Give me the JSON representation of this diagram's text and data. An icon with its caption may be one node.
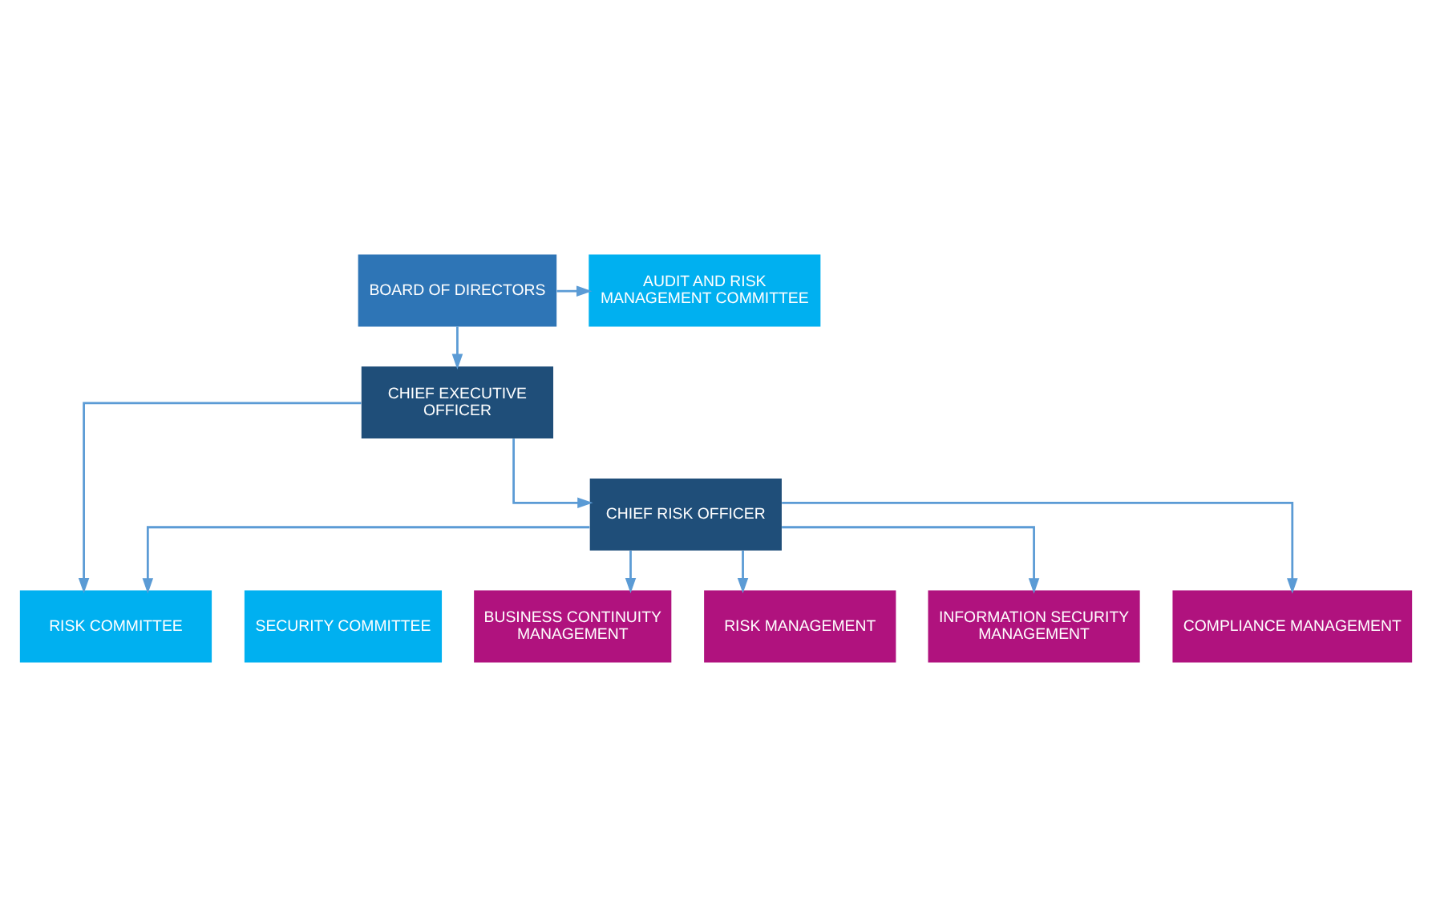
{
  "diagram": {
    "nodes": [
      {
        "text": [
          "BOARD OF DIRECTORS"
        ]
      },
      {
        "text": [
          "AUDIT AND RISK MANAGEMENT COMMITTEE"
        ]
      },
      {
        "text": [
          "CHIEF EXECUTIVE OFFICER"
        ]
      },
      {
        "text": [
          "RISK COMMITTEE"
        ]
      },
      {
        "text": [
          "SECURITY COMMITTEE"
        ]
      },
      {
        "text": [
          "CHIEF RISK OFFICER"
        ]
      },
      {
        "text": [
          "BUSINESS CONTINUITY MANAGEMENT"
        ]
      },
      {
        "text": [
          "RISK MANAGEMENT"
        ]
      },
      {
        "text": [
          "INFORMATION SECURITY MANAGEMENT"
        ]
      },
      {
        "text": [
          "COMPLIANCE MANAGEMENT"
        ]
      }
    ],
    "edges": [
      {
        "from": 0,
        "to": 1,
        "arrow": "to"
      },
      {
        "from": 0,
        "to": 2,
        "arrow": "to"
      },
      {
        "from": 2,
        "to": 5,
        "arrow": "to"
      },
      {
        "from": 2,
        "to": 3,
        "arrow": "to"
      },
      {
        "from": 5,
        "to": 3,
        "arrow": "to"
      },
      {
        "from": 5,
        "to": 6,
        "arrow": "to"
      },
      {
        "from": 5,
        "to": 7,
        "arrow": "to"
      },
      {
        "from": 5,
        "to": 8,
        "arrow": "to"
      },
      {
        "from": 5,
        "to": 9,
        "arrow": "to"
      }
    ]
  }
}
